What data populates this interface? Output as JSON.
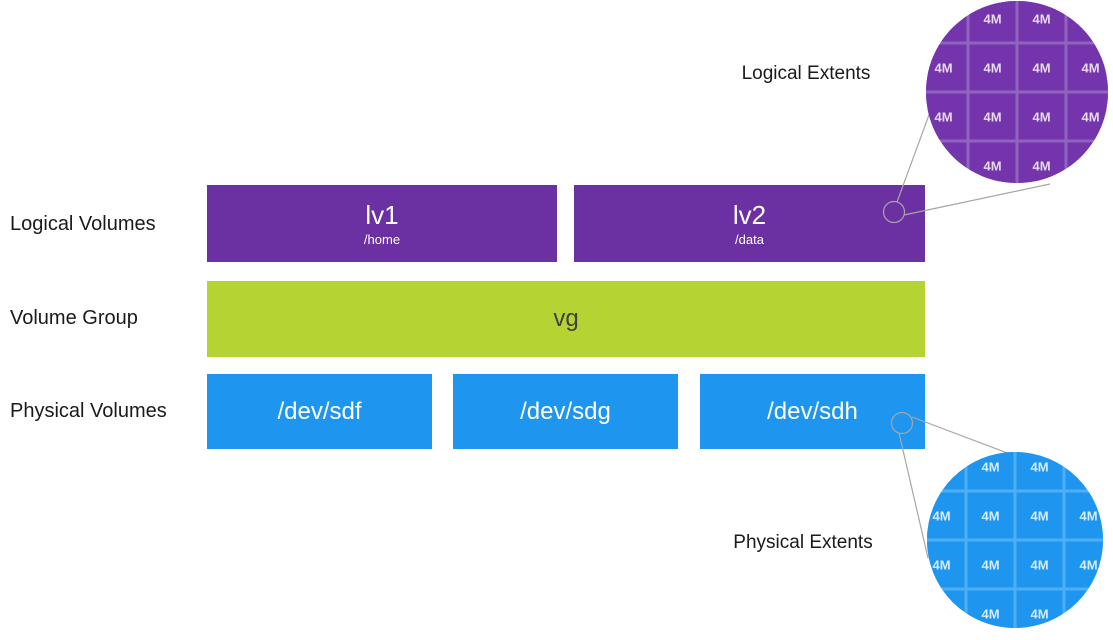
{
  "diagram": {
    "title": "LVM concepts diagram",
    "row_labels": [
      "Logical Volumes",
      "Volume Group",
      "Physical Volumes"
    ],
    "logical_volumes": [
      {
        "name": "lv1",
        "mount": "/home"
      },
      {
        "name": "lv2",
        "mount": "/data"
      }
    ],
    "volume_group": {
      "name": "vg"
    },
    "physical_volumes": [
      {
        "name": "/dev/sdf"
      },
      {
        "name": "/dev/sdg"
      },
      {
        "name": "/dev/sdh"
      }
    ],
    "callouts": {
      "logical_extents": {
        "label": "Logical Extents",
        "extent_size": "4M"
      },
      "physical_extents": {
        "label": "Physical Extents",
        "extent_size": "4M"
      }
    },
    "extent_grid": {
      "rows": 4,
      "cols": 4,
      "visible": [
        [
          0,
          1,
          1,
          0
        ],
        [
          1,
          1,
          1,
          1
        ],
        [
          1,
          1,
          1,
          1
        ],
        [
          0,
          1,
          1,
          0
        ]
      ]
    },
    "colors": {
      "lv_purple": "#6B30A2",
      "extent_purple": "#7434AB",
      "extent_purple_line": "#8F64BD",
      "vg_green": "#B5D434",
      "vg_text": "#404040",
      "pv_blue": "#1E96F0",
      "extent_blue": "#1E96F0",
      "extent_blue_line": "#4FAFF4",
      "connector_gray": "#A6A6A6"
    }
  }
}
